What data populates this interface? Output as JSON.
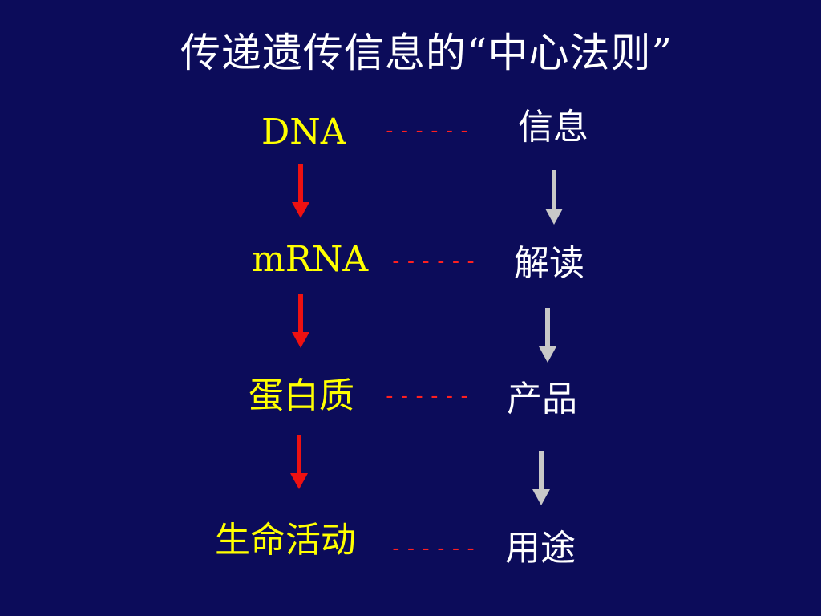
{
  "title": "传递遗传信息的“中心法则”",
  "rows": [
    {
      "term": "DNA",
      "connector": "------",
      "meaning": "信息"
    },
    {
      "term": "mRNA",
      "connector": "------",
      "meaning": "解读"
    },
    {
      "term": "蛋白质",
      "connector": "------",
      "meaning": "产品"
    },
    {
      "term": "生命活动",
      "connector": "------",
      "meaning": "用途"
    }
  ],
  "colors": {
    "background": "#0c0c5a",
    "term": "#ffff00",
    "meaning": "#ffffff",
    "connector": "#ff2020",
    "left_arrow": "#ee1111",
    "right_arrow": "#c8c8c8"
  }
}
